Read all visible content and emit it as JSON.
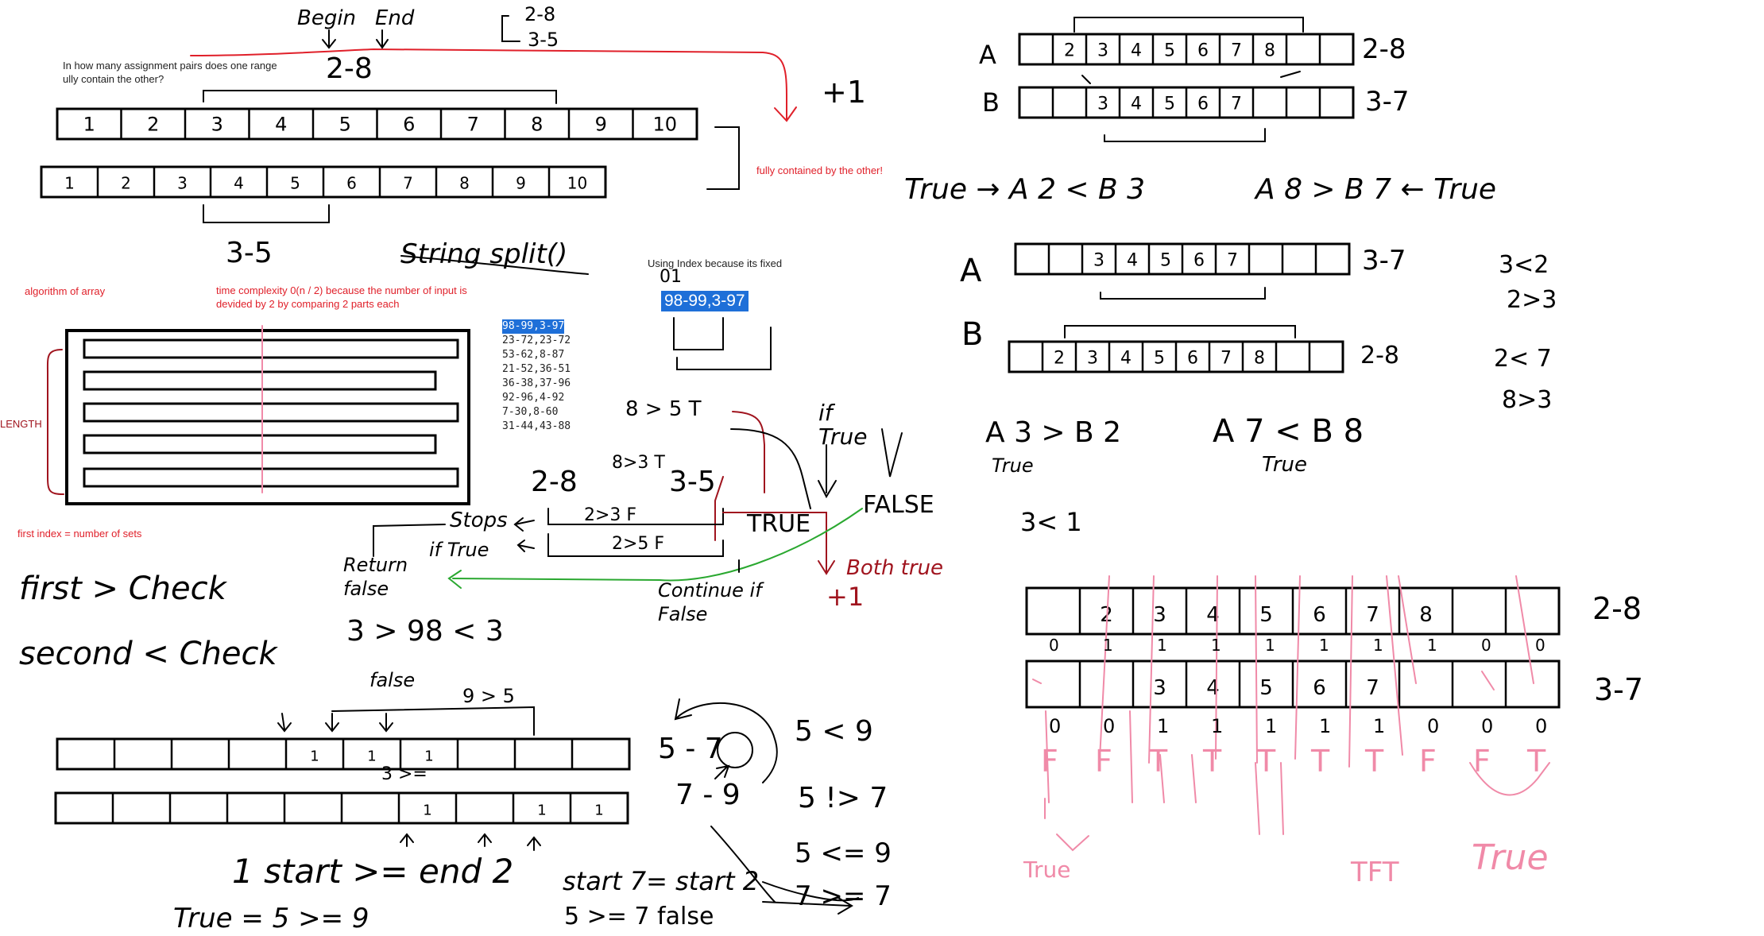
{
  "notes": {
    "question": "In how many assignment pairs does one range ully contain the other?",
    "fully_contained": "fully contained by the other!",
    "algorithm": "algorithm of array",
    "complexity": "time complexity 0(n / 2) because the number of input is devided by 2 by comparing 2 parts each",
    "length": "LENGTH",
    "first_index": "first index = number of sets",
    "using_index": "Using Index because its fixed",
    "selected_line": "98-99,3-97"
  },
  "input_list": [
    "98-99,3-97",
    "23-72,23-72",
    "53-62,8-87",
    "21-52,36-51",
    "36-38,37-96",
    "92-96,4-92",
    "7-30,8-60",
    "31-44,43-88"
  ],
  "handwriting": {
    "begin": "Begin",
    "end": "End",
    "bracket_a": "2-8",
    "bracket_b": "3-5",
    "range_top": "2-8",
    "plus_one": "+1",
    "range_bottom": "3-5",
    "string_split": "String split()",
    "index_01": "01",
    "eight_five": "8 > 5 T",
    "if_true": "if True",
    "eight_three": "8>3 T",
    "r28": "2-8",
    "r35": "3-5",
    "false_word": "FALSE",
    "stops": "Stops",
    "two_three": "2>3 F",
    "true_word": "TRUE",
    "two_five": "2>5 F",
    "both_true": "Both true",
    "plus_one_b": "+1",
    "return_false": "Return false",
    "if_true2": "if True",
    "continue": "Continue if False",
    "first_check": "first > Check",
    "second_check": "second < Check",
    "three_98": "3 > 98 < 3",
    "false_small": "false",
    "nine_five": "9 > 5",
    "three_eq": "3 >=",
    "five_seven": "5 - 7",
    "seven_nine": "7 - 9",
    "five_lt_nine": "5 < 9",
    "five_ngt_seven": "5 !> 7",
    "five_le_nine": "5 <= 9",
    "seven_ge_seven": "7 >= 7",
    "start_end": "1 start >= end 2",
    "start_start": "start 7= start 2",
    "true_59": "True = 5 >= 9",
    "five_seven_false": "5 >= 7 false",
    "label_a1": "A",
    "label_b1": "B",
    "a_range": "2-8",
    "b_range": "3-7",
    "true_a2": "True → A 2 < B 3",
    "a8_b7": "A 8 > B 7 ← True",
    "label_a2": "A",
    "label_b2": "B",
    "a2_range": "3-7",
    "b2_range": "2-8",
    "three_lt_two": "3<2",
    "two_gt_three": "2>3",
    "two_lt_seven": "2< 7",
    "eight_gt_three": "8>3",
    "a3_b2": "A 3 > B 2",
    "true_a": "True",
    "a7_b8": "A 7 < B 8",
    "true_b": "True",
    "three_lt_one": "3< 1",
    "row_top_range": "2-8",
    "row_bottom_range": "3-7",
    "tf_row": [
      "F",
      "F",
      "T",
      "T",
      "T",
      "T",
      "T",
      "F",
      "F",
      "T"
    ],
    "true_pink": "True",
    "tft": "TFT",
    "true_pink2": "True",
    "bin_top": [
      "0",
      "1",
      "1",
      "1",
      "1",
      "1",
      "1",
      "1",
      "0",
      "0"
    ],
    "bin_bottom": [
      "0",
      "0",
      "1",
      "1",
      "1",
      "1",
      "1",
      "0",
      "0",
      "0"
    ]
  },
  "arrays": {
    "top_row": [
      "1",
      "2",
      "3",
      "4",
      "5",
      "6",
      "7",
      "8",
      "9",
      "10"
    ],
    "second_row": [
      "1",
      "2",
      "3",
      "4",
      "5",
      "6",
      "7",
      "8",
      "9",
      "10"
    ],
    "a1": [
      "",
      "2",
      "3",
      "4",
      "5",
      "6",
      "7",
      "8",
      "",
      ""
    ],
    "b1": [
      "",
      "",
      "3",
      "4",
      "5",
      "6",
      "7",
      "",
      "",
      ""
    ],
    "a2": [
      "",
      "",
      "3",
      "4",
      "5",
      "6",
      "7",
      "",
      "",
      ""
    ],
    "b2": [
      "",
      "2",
      "3",
      "4",
      "5",
      "6",
      "7",
      "8",
      "",
      ""
    ],
    "r1": [
      "",
      "2",
      "3",
      "4",
      "5",
      "6",
      "7",
      "8",
      "",
      ""
    ],
    "r2": [
      "",
      "",
      "3",
      "4",
      "5",
      "6",
      "7",
      "",
      "",
      ""
    ],
    "bottom_r1": [
      "",
      "",
      "",
      "",
      "1",
      "1",
      "1",
      "",
      "",
      ""
    ],
    "bottom_r2": [
      "",
      "",
      "",
      "",
      "",
      "",
      "1",
      "",
      "1",
      "1"
    ]
  },
  "colors": {
    "ink": "#000000",
    "red": "#e0202a",
    "darkred": "#a0141e",
    "green": "#2aa830",
    "pink": "#f08aa8",
    "select": "#1e6fd8"
  }
}
